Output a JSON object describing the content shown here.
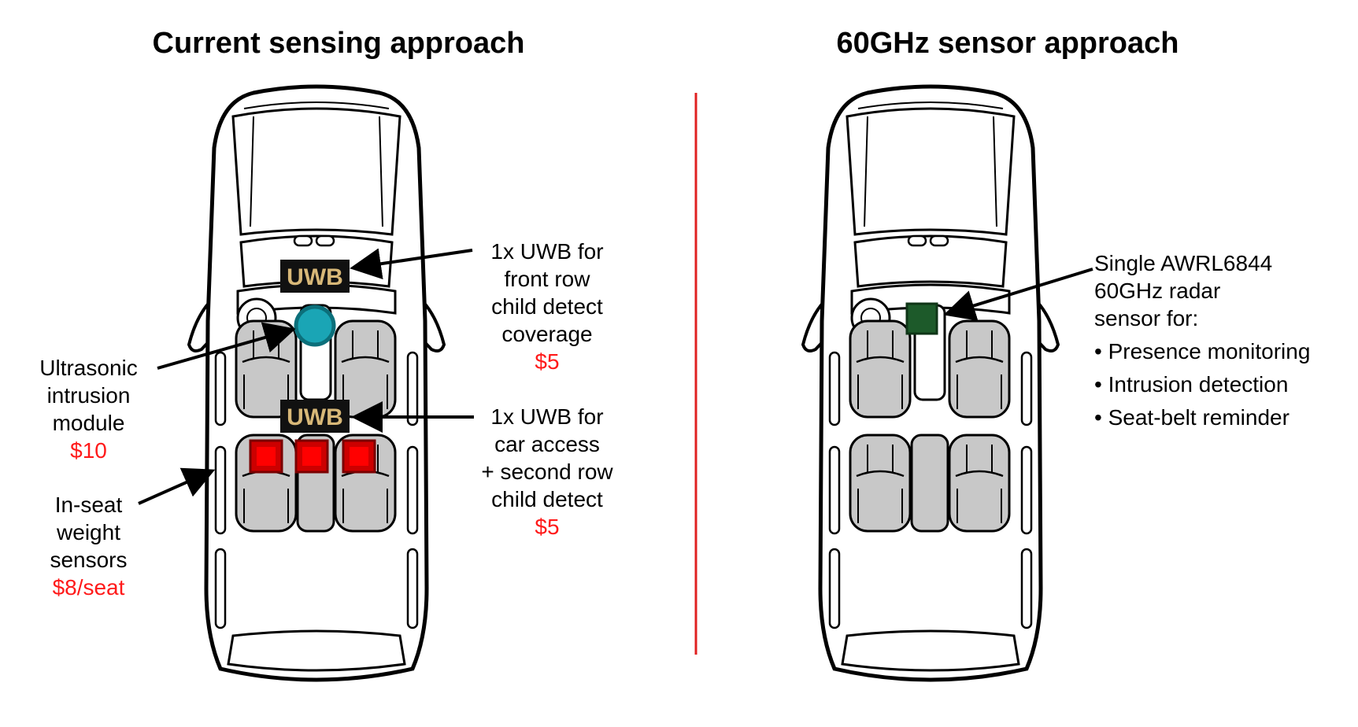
{
  "titles": {
    "left": "Current sensing approach",
    "right": "60GHz sensor approach"
  },
  "left": {
    "uwb_badge": "UWB",
    "ultrasonic": {
      "lines": [
        "Ultrasonic",
        "intrusion",
        "module"
      ],
      "cost": "$10"
    },
    "weight": {
      "lines": [
        "In-seat",
        "weight",
        "sensors"
      ],
      "cost": "$8/seat"
    },
    "uwb_front": {
      "lines": [
        "1x UWB for",
        "front row",
        "child detect",
        "coverage"
      ],
      "cost": "$5"
    },
    "uwb_access": {
      "lines": [
        "1x UWB for",
        "car access",
        "+ second row",
        "child detect"
      ],
      "cost": "$5"
    }
  },
  "right": {
    "radar": {
      "lines": [
        "Single AWRL6844",
        "60GHz radar",
        "sensor for:"
      ],
      "bullets": [
        "Presence monitoring",
        "Intrusion detection",
        "Seat-belt reminder"
      ]
    }
  },
  "colors": {
    "cost": "#ff1a1a",
    "divider": "#e02020",
    "uwb_badge_bg": "#111111",
    "uwb_badge_text": "#d8b878",
    "ultrasonic": "#1aa5b5",
    "weight_sensor": "#cc0000",
    "radar_sensor": "#1d5a2a",
    "seat": "#c8c8c8"
  }
}
